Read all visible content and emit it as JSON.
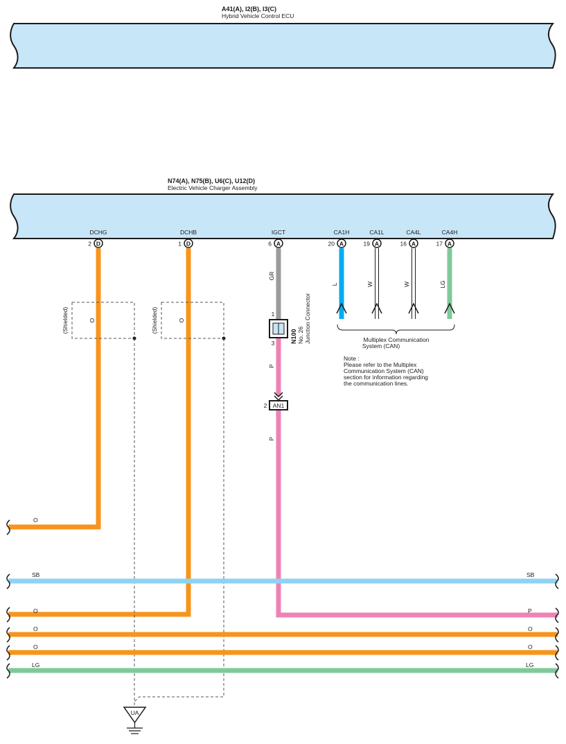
{
  "hv_ecu": {
    "ref": "A41(A), I2(B), I3(C)",
    "name": "Hybrid Vehicle Control ECU"
  },
  "charger": {
    "ref": "N74(A), N75(B), U6(C), U12(D)",
    "name": "Electric Vehicle Charger Assembly",
    "terminals": [
      {
        "label": "DCHG",
        "pin": "2",
        "conn": "D"
      },
      {
        "label": "DCHB",
        "pin": "1",
        "conn": "D"
      },
      {
        "label": "IGCT",
        "pin": "6",
        "conn": "A"
      },
      {
        "label": "CA1H",
        "pin": "20",
        "conn": "A"
      },
      {
        "label": "CA1L",
        "pin": "19",
        "conn": "A"
      },
      {
        "label": "CA4L",
        "pin": "16",
        "conn": "A"
      },
      {
        "label": "CA4H",
        "pin": "17",
        "conn": "A"
      }
    ]
  },
  "wire_colors": {
    "dchg": "O",
    "dchb": "O",
    "igct_upper": "GR",
    "igct_lower1": "P",
    "igct_lower2": "P",
    "ca1h": "L",
    "ca1l": "W",
    "ca4l": "W",
    "ca4h": "LG"
  },
  "shielded": [
    "(Shielded)",
    "(Shielded)"
  ],
  "shield_wire_colors": [
    "O",
    "O"
  ],
  "junction": {
    "id": "N100",
    "line1": "No. 26",
    "line2": "Junction Connector",
    "pin_top": "1",
    "pin_bottom": "3"
  },
  "connector_an1": {
    "id": "AN1",
    "pin": "2"
  },
  "can": {
    "line1": "Multiplex Communication",
    "line2": "System (CAN)"
  },
  "note": {
    "title": "Note :",
    "lines": [
      "Please refer to the Multiplex",
      "Communication System (CAN)",
      "section for information regarding",
      "the communication lines."
    ]
  },
  "bottom_wires": [
    {
      "left": "O",
      "right": ""
    },
    {
      "left": "SB",
      "right": "SB"
    },
    {
      "left": "O",
      "right": "P"
    },
    {
      "left": "O",
      "right": "O"
    },
    {
      "left": "O",
      "right": "O"
    },
    {
      "left": "LG",
      "right": "LG"
    }
  ],
  "ground": {
    "label": "UA"
  },
  "colors": {
    "orange": "#f7941d",
    "sky_blue": "#8fd3f4",
    "blue": "#00aeef",
    "pink": "#ee82b4",
    "gray": "#9b9b9b",
    "light_green": "#7fc99a",
    "ecu_fill": "#c7e6f7"
  }
}
